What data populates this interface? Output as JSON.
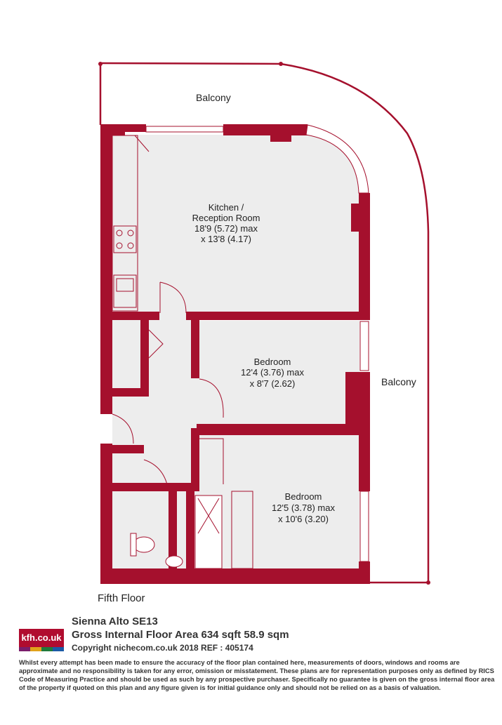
{
  "colors": {
    "wall": "#a5102d",
    "accent": "#b00c2f",
    "room": "#ededed"
  },
  "rooms": {
    "kitchen": {
      "line1": "Kitchen /",
      "line2": "Reception Room",
      "line3": "18'9 (5.72) max",
      "line4": "x 13'8 (4.17)"
    },
    "bedroom1": {
      "line1": "Bedroom",
      "line2": "12'4 (3.76) max",
      "line3": "x 8'7 (2.62)"
    },
    "bedroom2": {
      "line1": "Bedroom",
      "line2": "12'5 (3.78) max",
      "line3": "x 10'6 (3.20)"
    }
  },
  "balconies": {
    "top": "Balcony",
    "right": "Balcony"
  },
  "floor": "Fifth Floor",
  "logo": {
    "text": "kfh.co.uk",
    "stripe_colors": [
      "#7a1d6b",
      "#e0a21b",
      "#1f7a3c",
      "#1b5aa6"
    ]
  },
  "property": {
    "name": "Sienna Alto  SE13",
    "area": "Gross Internal Floor Area  634 sqft 58.9 sqm",
    "copyright": "Copyright nichecom.co.uk 2018 REF : 405174"
  },
  "disclaimer": "Whilst every attempt has been made to ensure the accuracy of the floor plan contained here, measurements of doors, windows and rooms are approximate and no responsibility is taken for any error, omission or misstatement.  These plans are for representation purposes only as defined by RICS Code of Measuring Practice and should be used as such by any prospective purchaser.  Specifically no guarantee is given on the gross internal floor area of the property if quoted on this plan and any figure given is for initial guidance only and should not be relied on as a basis of valuation."
}
